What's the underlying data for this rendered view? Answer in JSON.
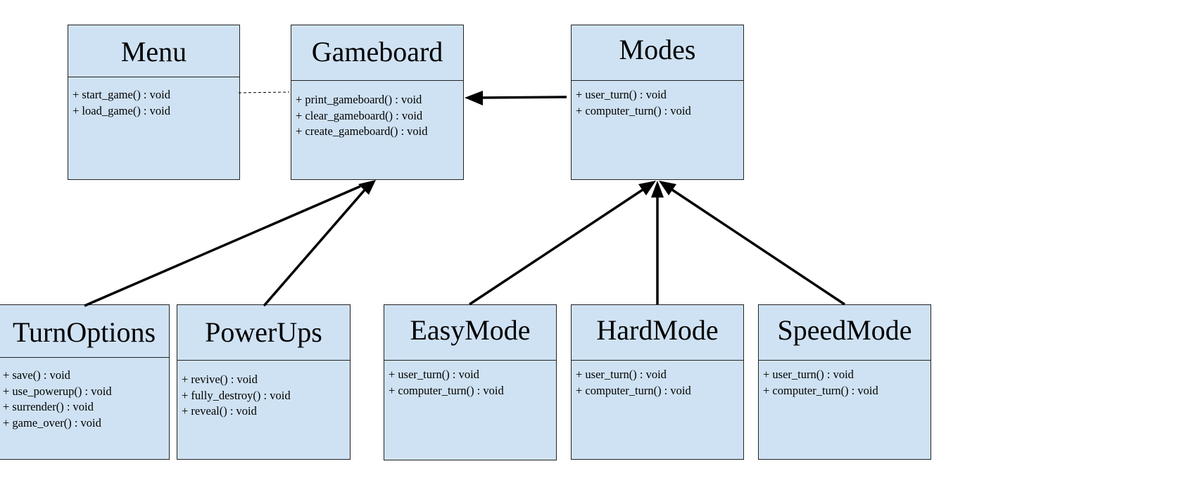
{
  "classes": {
    "menu": {
      "name": "Menu",
      "methods": [
        "+ start_game() : void",
        "+ load_game() : void"
      ]
    },
    "gameboard": {
      "name": "Gameboard",
      "methods": [
        "+ print_gameboard() : void",
        "+ clear_gameboard() : void",
        "+ create_gameboard() : void"
      ]
    },
    "modes": {
      "name": "Modes",
      "methods": [
        "+ user_turn() : void",
        "+ computer_turn() : void"
      ]
    },
    "turn_options": {
      "name": "TurnOptions",
      "methods": [
        "+ save() : void",
        "+ use_powerup() : void",
        "+ surrender() : void",
        "+ game_over() : void"
      ]
    },
    "power_ups": {
      "name": "PowerUps",
      "methods": [
        "+ revive() : void",
        "+ fully_destroy() : void",
        "+ reveal() : void"
      ]
    },
    "easy_mode": {
      "name": "EasyMode",
      "methods": [
        "+ user_turn() : void",
        "+ computer_turn() : void"
      ]
    },
    "hard_mode": {
      "name": "HardMode",
      "methods": [
        "+ user_turn() : void",
        "+ computer_turn() : void"
      ]
    },
    "speed_mode": {
      "name": "SpeedMode",
      "methods": [
        "+ user_turn() : void",
        "+ computer_turn() : void"
      ]
    }
  },
  "edges": [
    {
      "from": "menu",
      "to": "gameboard",
      "style": "dashed",
      "head": "none"
    },
    {
      "from": "modes",
      "to": "gameboard",
      "style": "solid",
      "head": "filled-arrow"
    },
    {
      "from": "turn_options",
      "to": "gameboard",
      "style": "solid",
      "head": "filled-arrow"
    },
    {
      "from": "power_ups",
      "to": "gameboard",
      "style": "solid",
      "head": "filled-arrow"
    },
    {
      "from": "easy_mode",
      "to": "modes",
      "style": "solid",
      "head": "filled-arrow"
    },
    {
      "from": "hard_mode",
      "to": "modes",
      "style": "solid",
      "head": "filled-arrow"
    },
    {
      "from": "speed_mode",
      "to": "modes",
      "style": "solid",
      "head": "filled-arrow"
    }
  ],
  "colors": {
    "box_fill": "#cfe2f3",
    "box_border": "#222222",
    "edge": "#000000"
  }
}
